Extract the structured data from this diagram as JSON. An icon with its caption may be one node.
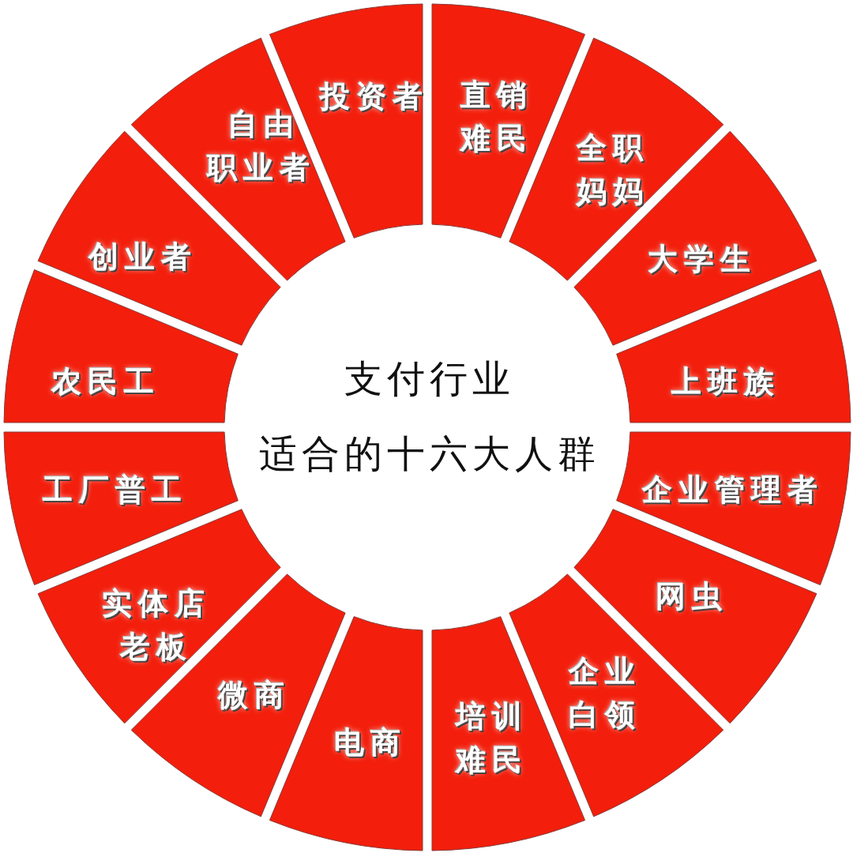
{
  "diagram": {
    "nodes": [
      {
        "text": [
          "支付行业",
          "适合的十六大人群"
        ]
      },
      {
        "text": [
          "直销难民"
        ]
      },
      {
        "text": [
          "全职妈妈"
        ]
      },
      {
        "text": [
          "大学生"
        ]
      },
      {
        "text": [
          "上班族"
        ]
      },
      {
        "text": [
          "企业管理者"
        ]
      },
      {
        "text": [
          "网虫"
        ]
      },
      {
        "text": [
          "企业白领"
        ]
      },
      {
        "text": [
          "培训难民"
        ]
      },
      {
        "text": [
          "电商"
        ]
      },
      {
        "text": [
          "微商"
        ]
      },
      {
        "text": [
          "实体店老板"
        ]
      },
      {
        "text": [
          "工厂普工"
        ]
      },
      {
        "text": [
          "农民工"
        ]
      },
      {
        "text": [
          "创业者"
        ]
      },
      {
        "text": [
          "自由职业者"
        ]
      },
      {
        "text": [
          "投资者"
        ]
      }
    ]
  }
}
